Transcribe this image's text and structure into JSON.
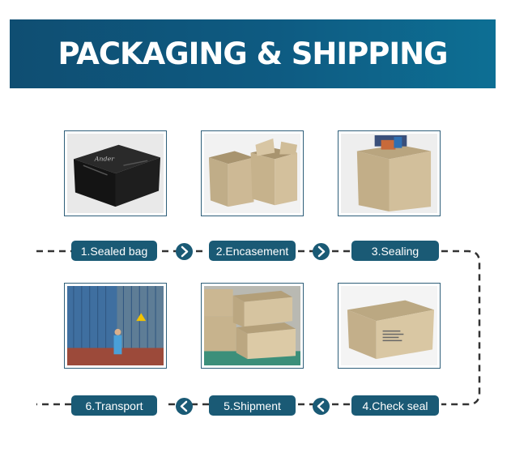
{
  "banner": {
    "title": "PACKAGING & SHIPPING"
  },
  "steps": [
    {
      "label": "1.Sealed bag"
    },
    {
      "label": "2.Encasement"
    },
    {
      "label": "3.Sealing"
    },
    {
      "label": "4.Check seal"
    },
    {
      "label": "5.Shipment"
    },
    {
      "label": "6.Transport"
    }
  ],
  "box_label_text": "Ander",
  "colors": {
    "banner": "#0f4e72",
    "pill": "#1a5a75",
    "frame": "#2f5f7a",
    "carton": "#c8b48e"
  },
  "icons": {
    "next": "chevron-right-icon",
    "prev": "chevron-left-icon"
  }
}
